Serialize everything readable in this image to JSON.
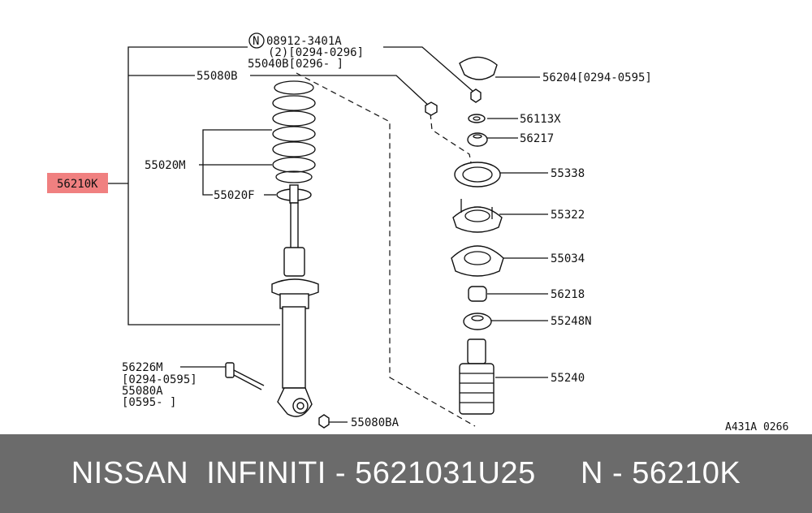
{
  "diagram": {
    "highlight_color": "#f08080",
    "labels": {
      "n_mark": "N",
      "l_08912": "08912-3401A",
      "l_08912_sub": "(2)[0294-0296]",
      "l_55040b": "55040B[0296-    ]",
      "l_55080b": "55080B",
      "l_55020m": "55020M",
      "l_55020f": "55020F",
      "l_56210k": "56210K",
      "l_56226m": "56226M",
      "l_56226m_sub": "[0294-0595]",
      "l_55080a": "55080A",
      "l_55080a_sub": "[0595-    ]",
      "l_55080ba": "55080BA",
      "l_56204": "56204[0294-0595]",
      "l_56113x": "56113X",
      "l_56217": "56217",
      "l_55338": "55338",
      "l_55322": "55322",
      "l_55034": "55034",
      "l_56218": "56218",
      "l_55248n": "55248N",
      "l_55240": "55240",
      "ref_code": "A431A 0266"
    }
  },
  "footer": {
    "text": "NISSAN  INFINITI - 5621031U25     N - 56210K"
  }
}
